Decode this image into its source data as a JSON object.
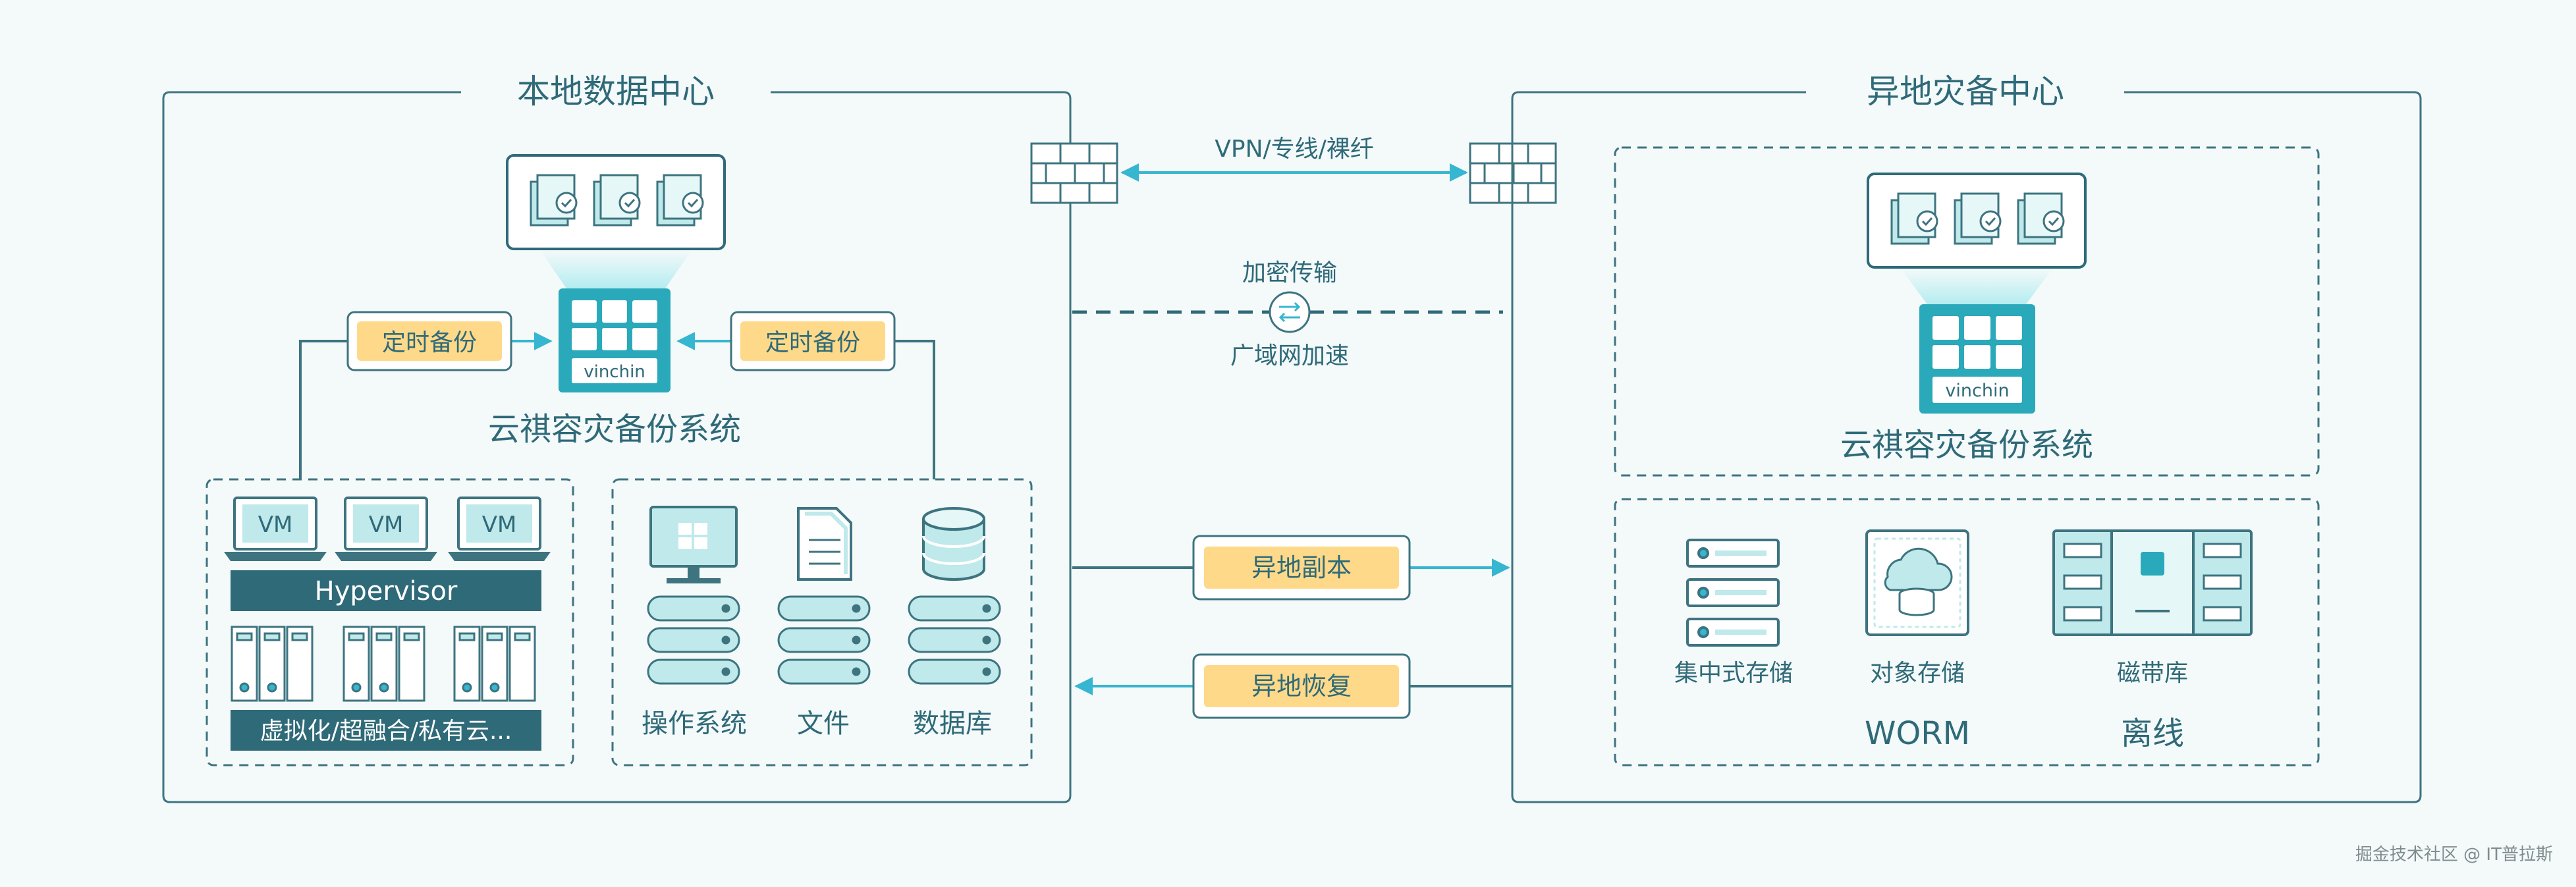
{
  "local_dc": {
    "title": "本地数据中心",
    "schedule_left": "定时备份",
    "schedule_right": "定时备份",
    "brand": "vinchin",
    "system_name": "云祺容灾备份系统",
    "vm_labels": [
      "VM",
      "VM",
      "VM"
    ],
    "hypervisor": "Hypervisor",
    "virt_caption": "虚拟化/超融合/私有云...",
    "sources": [
      "操作系统",
      "文件",
      "数据库"
    ]
  },
  "link": {
    "vpn": "VPN/专线/裸纤",
    "encrypt": "加密传输",
    "wan": "广域网加速",
    "replica": "异地副本",
    "restore": "异地恢复"
  },
  "remote_dc": {
    "title": "异地灾备中心",
    "brand": "vinchin",
    "system_name": "云祺容灾备份系统",
    "storage": [
      "集中式存储",
      "对象存储",
      "磁带库"
    ],
    "worm": "WORM",
    "offline": "离线"
  },
  "watermark": "掘金技术社区 @ IT普拉斯",
  "colors": {
    "primary": "#2f6a78",
    "accent": "#36b6d0",
    "badge": "#ffd98a",
    "line": "#3d7480",
    "tile": "#bfe9ea"
  }
}
